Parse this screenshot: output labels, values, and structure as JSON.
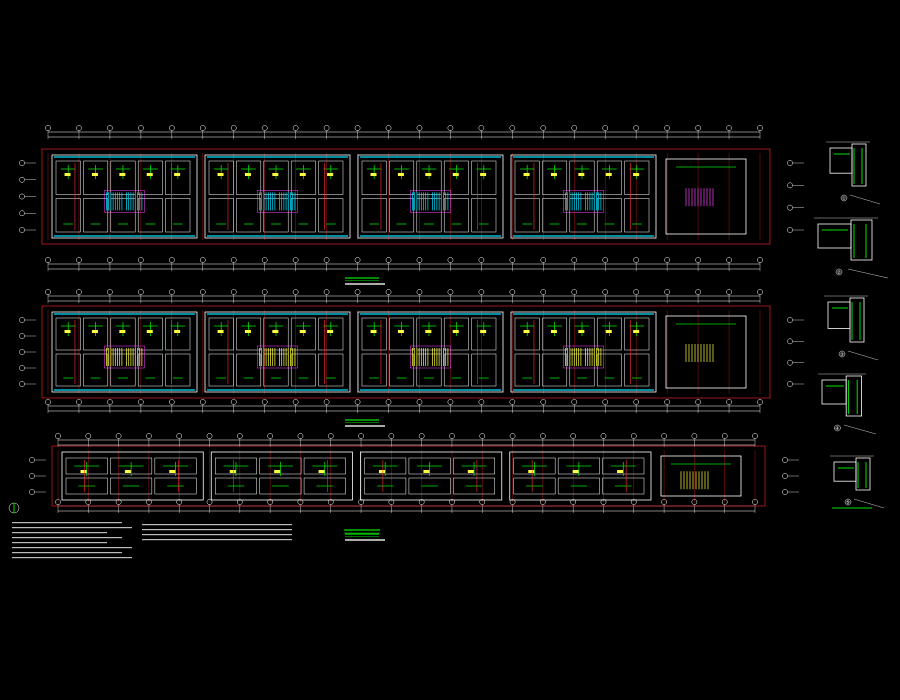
{
  "drawing": {
    "colors": {
      "background": "#000000",
      "dimension": "#ffffff",
      "axis": "#e02020",
      "wall": "#ffffff",
      "rebar": "#00e000",
      "window": "#00e0ff",
      "label": "#ffff40",
      "beam": "#ff3030",
      "accent": "#ff40ff"
    },
    "plans": [
      {
        "id": "plan-1",
        "units": 4,
        "stair_color": "#00e0ff",
        "extra_unit": true
      },
      {
        "id": "plan-2",
        "units": 4,
        "stair_color": "#ffff40",
        "extra_unit": true
      },
      {
        "id": "plan-3",
        "units": 4,
        "stair_color": "#00e000",
        "extra_unit": true
      }
    ],
    "details": [
      {
        "id": "detail-1",
        "number": "①"
      },
      {
        "id": "detail-2",
        "number": "②"
      },
      {
        "id": "detail-3",
        "number": "③"
      },
      {
        "id": "detail-4",
        "number": "④"
      },
      {
        "id": "detail-5",
        "number": "⑤"
      }
    ]
  }
}
